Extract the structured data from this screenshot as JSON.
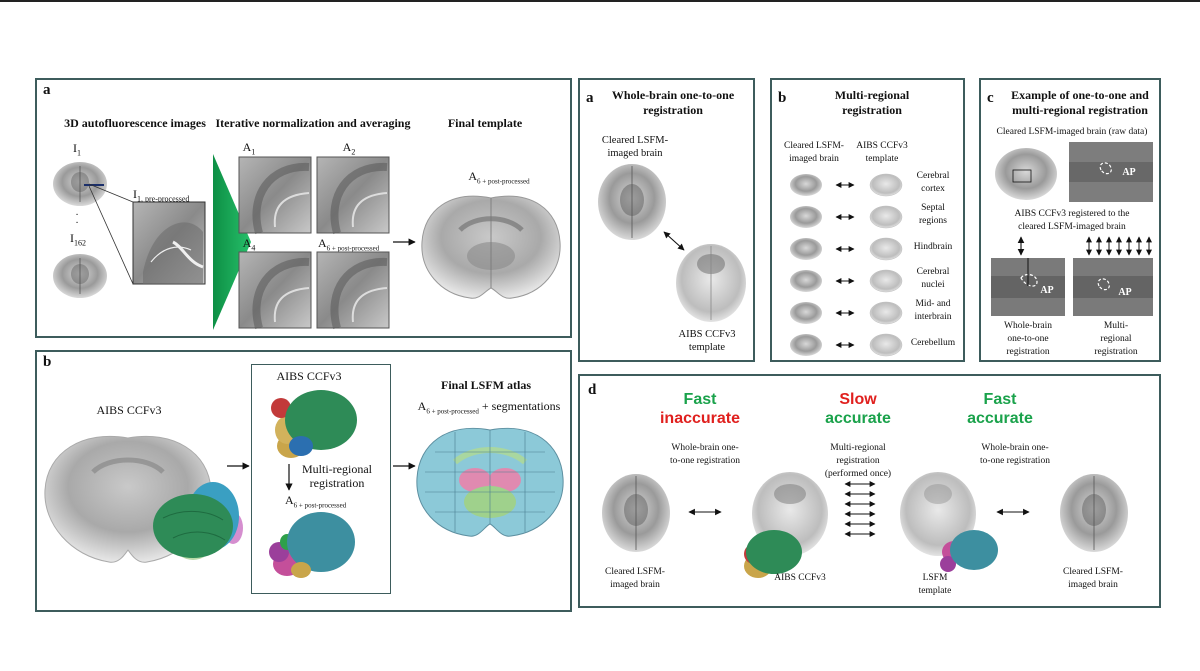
{
  "figure_left": {
    "panel_a": {
      "label": "a",
      "title_images": "3D autofluorescence images",
      "title_iter": "Iterative normalization and averaging",
      "title_final": "Final template",
      "i1": "I",
      "i1_sub": "1",
      "i162": "I",
      "i162_sub": "162",
      "dots": "·\n·",
      "i1pre": "I",
      "i1pre_sub": "1, pre-processed",
      "a1": "A",
      "a1_sub": "1",
      "a2": "A",
      "a2_sub": "2",
      "a4": "A",
      "a4_sub": "4",
      "a6": "A",
      "a6_sub": "6 + post-processed",
      "a6final": "A",
      "a6final_sub": "6 + post-processed"
    },
    "panel_b": {
      "label": "b",
      "aibs": "AIBS CCFv3",
      "inset_title": "AIBS CCFv3",
      "multi": "Multi-regional\nregistration",
      "a6": "A",
      "a6_sub": "6 + post-processed",
      "final_title": "Final LSFM atlas",
      "final_a6": "A",
      "final_a6_sub": "6 + post-processed",
      "final_seg": " + segmentations"
    }
  },
  "figure_right": {
    "panel_a": {
      "label": "a",
      "title": "Whole-brain one-to-one\nregistration",
      "cleared": "Cleared LSFM-\nimaged brain",
      "aibs": "AIBS CCFv3\ntemplate"
    },
    "panel_b": {
      "label": "b",
      "title": "Multi-regional\nregistration",
      "col1": "Cleared LSFM-\nimaged brain",
      "col2": "AIBS CCFv3\ntemplate",
      "regions": [
        "Cerebral\ncortex",
        "Septal\nregions",
        "Hindbrain",
        "Cerebral\nnuclei",
        "Mid- and\ninterbrain",
        "Cerebellum"
      ]
    },
    "panel_c": {
      "label": "c",
      "title": "Example of one-to-one and\nmulti-regional registration",
      "raw": "Cleared LSFM-imaged brain (raw data)",
      "ap": "AP",
      "registered": "AIBS CCFv3 registered to the\ncleared  LSFM-imaged brain",
      "whole": "Whole-brain\none-to-one\nregistration",
      "multi": "Multi-\nregional\nregistration"
    },
    "panel_d": {
      "label": "d",
      "col1_top": "Fast",
      "col1_bottom": "inaccurate",
      "col2_top": "Slow",
      "col2_bottom": "accurate",
      "col3_top": "Fast",
      "col3_bottom": "accurate",
      "whole1": "Whole-brain one-\nto-one registration",
      "multi": "Multi-regional\nregistration\n(performed once)",
      "whole2": "Whole-brain one-\nto-one registration",
      "cleared1": "Cleared LSFM-\nimaged brain",
      "aibs": "AIBS CCFv3",
      "lsfm": "LSFM\ntemplate",
      "cleared2": "Cleared LSFM-\nimaged brain"
    }
  },
  "colors": {
    "border": "#3d5c5c",
    "green": "#1aa24b",
    "red": "#e0201e",
    "atlas_green": "#2e8b57",
    "atlas_teal": "#3d8fa0",
    "atlas_pink": "#c44f9a",
    "atlas_yellow": "#c9a54a"
  }
}
